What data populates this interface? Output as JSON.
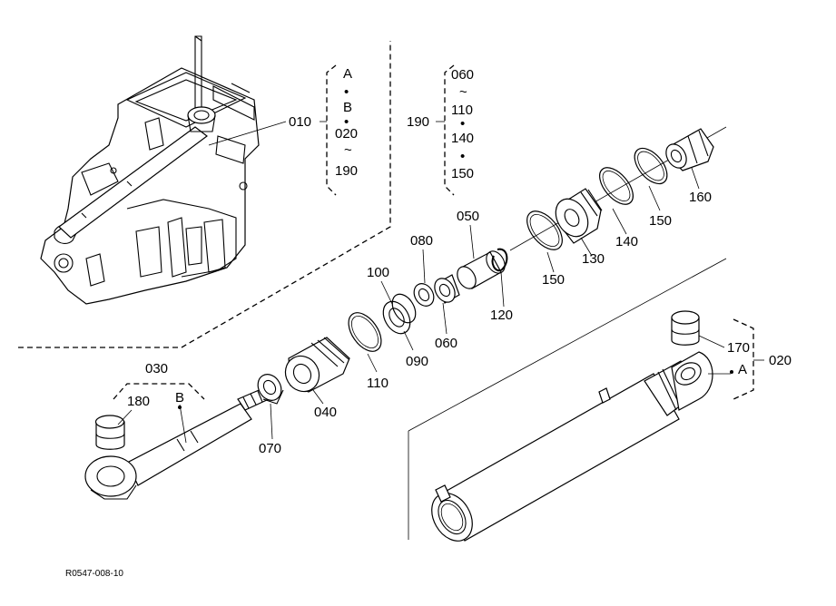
{
  "ref_code": "R0547-008-10",
  "labels": {
    "p010": "010",
    "p020": "020",
    "p030": "030",
    "p040": "040",
    "p050": "050",
    "p060": "060",
    "p070": "070",
    "p080": "080",
    "p090": "090",
    "p100": "100",
    "p110": "110",
    "p120": "120",
    "p130": "130",
    "p140": "140",
    "p150a": "150",
    "p150b": "150",
    "p160": "160",
    "p170": "170",
    "p180": "180",
    "p190": "190",
    "markA": "A",
    "markB": "B"
  },
  "group010": {
    "A": "A",
    "dot1": "•",
    "B": "B",
    "dot2": "•",
    "c020": "020",
    "tilde": "~",
    "c190": "190"
  },
  "group190": {
    "c060": "060",
    "tilde": "~",
    "c110": "110",
    "dot1": "•",
    "c140": "140",
    "dot2": "•",
    "c150": "150"
  }
}
